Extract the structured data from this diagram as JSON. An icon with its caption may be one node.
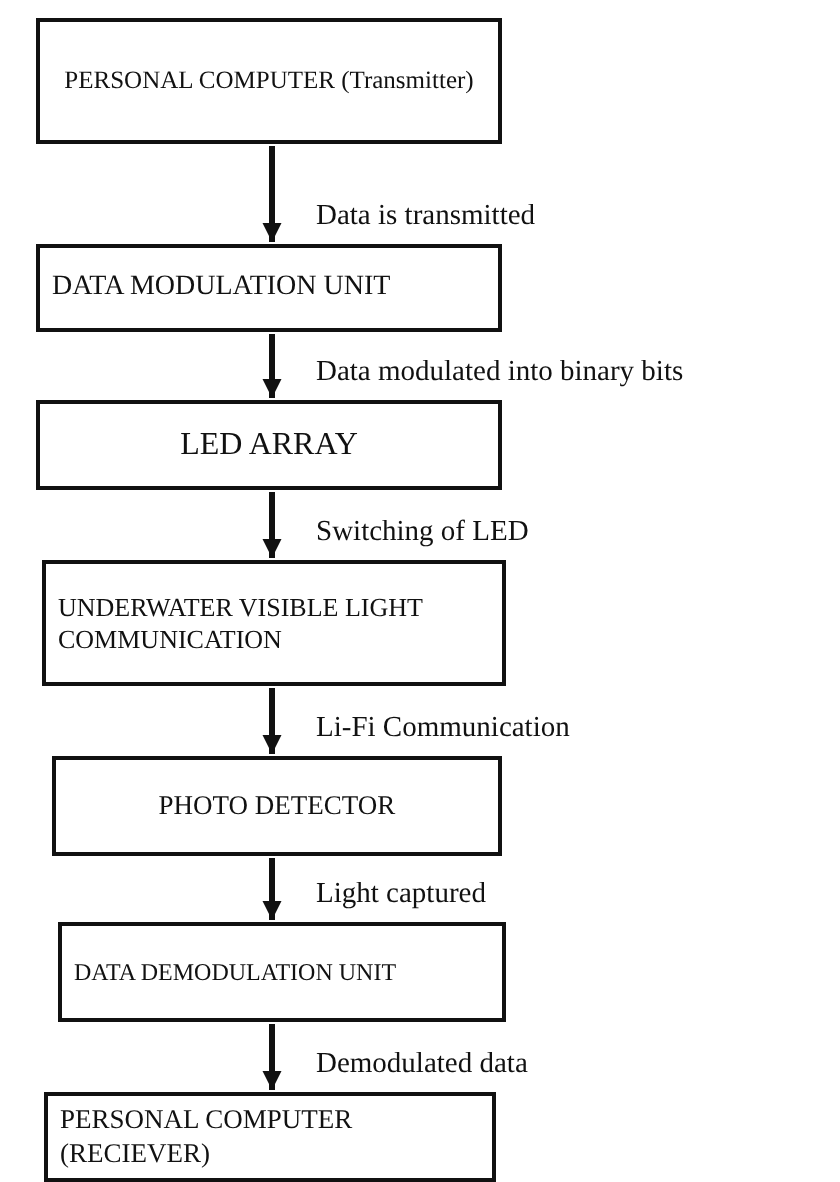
{
  "diagram": {
    "nodes": [
      {
        "text": [
          "PERSONAL COMPUTER (Transmitter)"
        ]
      },
      {
        "text": [
          "DATA MODULATION UNIT"
        ]
      },
      {
        "text": [
          "LED ARRAY"
        ]
      },
      {
        "text": [
          "UNDERWATER VISIBLE LIGHT COMMUNICATION"
        ]
      },
      {
        "text": [
          "PHOTO DETECTOR"
        ]
      },
      {
        "text": [
          "DATA DEMODULATION UNIT"
        ]
      },
      {
        "text": [
          "PERSONAL COMPUTER (RECIEVER)"
        ]
      }
    ],
    "edges": [
      {
        "from": 0,
        "to": 1,
        "arrow": "to",
        "label": "Data is transmitted"
      },
      {
        "from": 1,
        "to": 2,
        "arrow": "to",
        "label": "Data modulated into binary bits"
      },
      {
        "from": 2,
        "to": 3,
        "arrow": "to",
        "label": "Switching of LED"
      },
      {
        "from": 3,
        "to": 4,
        "arrow": "to",
        "label": "Li-Fi Communication"
      },
      {
        "from": 4,
        "to": 5,
        "arrow": "to",
        "label": "Light captured"
      },
      {
        "from": 5,
        "to": 6,
        "arrow": "to",
        "label": "Demodulated data"
      }
    ]
  }
}
